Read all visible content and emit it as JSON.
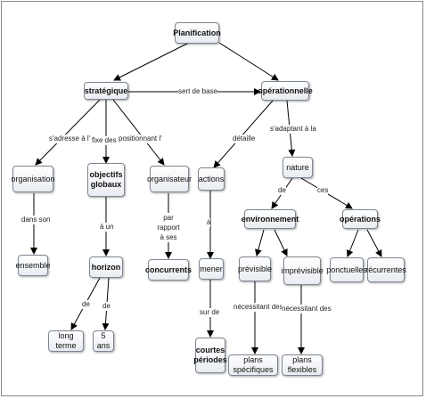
{
  "nodes": {
    "planification": "Planification",
    "strategique": "stratégique",
    "operationnelle": "opérationnelle",
    "organisation": "organisation",
    "objectifs_globaux": "objectifs globaux",
    "organisateur": "organisateur",
    "actions": "actions",
    "nature": "nature",
    "ensemble": "ensemble",
    "horizon": "horizon",
    "concurrents": "concurrents",
    "mener": "mener",
    "environnement": "environnement",
    "operations": "opérations",
    "long_terme": "long terme",
    "cinq_ans": "5 ans",
    "previsible": "prévisible",
    "imprevisible": "imprévisible",
    "ponctuelles": "ponctuelles",
    "recurrentes": "récurrentes",
    "courtes_periodes": "courtes périodes",
    "plans_specifiques": "plans spécifiques",
    "plans_flexibles": "plans flexibles"
  },
  "links": {
    "sert_de_base": "sert de base",
    "sadresse_a_l": "s'adresse à l'",
    "fixe_des": "fixe des",
    "positionnant_l": "positionnant l'",
    "detaille": "détaille",
    "sadaptant_a_la": "s'adaptant à la",
    "dans_son": "dans son",
    "a_un": "à un",
    "par_rapport_a_ses": "par rapport à ses",
    "a": "à",
    "de_nature": "de",
    "ces": "ces",
    "de_long": "de",
    "de_5ans": "de",
    "sur_de": "sur de",
    "necessitant_des_1": "nécessitant des",
    "necessitant_des_2": "nécessitant des"
  }
}
